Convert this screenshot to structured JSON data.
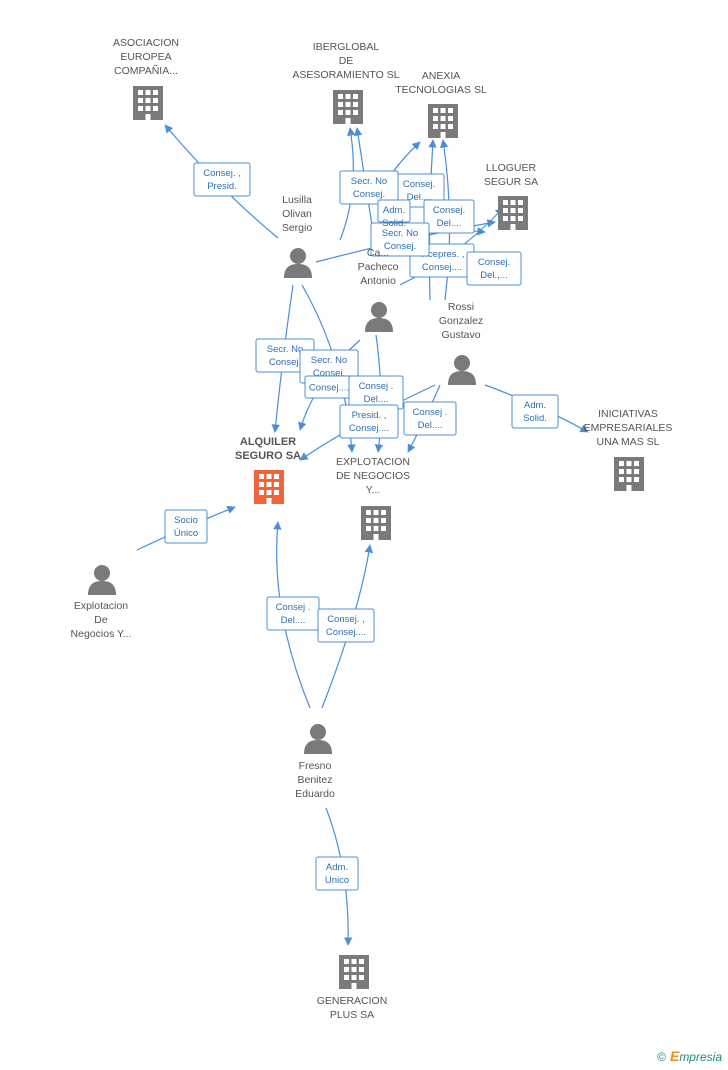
{
  "colors": {
    "edge": "#4a8fd6",
    "company": "#7a7a7a",
    "main_company": "#f0643c",
    "person": "#7a7a7a",
    "label": "#555555",
    "role_text": "#2f6fb3"
  },
  "nodes": [
    {
      "id": "asociacion",
      "type": "company",
      "icon": "building-icon",
      "lines": [
        "ASOCIACION",
        "EUROPEA",
        "COMPAÑIA..."
      ]
    },
    {
      "id": "iberglobal",
      "type": "company",
      "icon": "building-icon",
      "lines": [
        "IBERGLOBAL",
        "DE",
        "ASESORAMIENTO SL"
      ]
    },
    {
      "id": "anexia",
      "type": "company",
      "icon": "building-icon",
      "lines": [
        "ANEXIA",
        "TECNOLOGIAS SL"
      ]
    },
    {
      "id": "lloguer",
      "type": "company",
      "icon": "building-icon",
      "lines": [
        "LLOGUER",
        "SEGUR SA"
      ]
    },
    {
      "id": "lusilla",
      "type": "person",
      "icon": "person-icon",
      "lines": [
        "Lusilla",
        "Olivan",
        "Sergio"
      ]
    },
    {
      "id": "pacheco",
      "type": "person",
      "icon": "person-icon",
      "lines": [
        "Ca...",
        "Pacheco",
        "Antonio"
      ]
    },
    {
      "id": "rossi",
      "type": "person",
      "icon": "person-icon",
      "lines": [
        "Rossi",
        "Gonzalez",
        "Gustavo"
      ]
    },
    {
      "id": "iniciativas",
      "type": "company",
      "icon": "building-icon",
      "lines": [
        "INICIATIVAS",
        "EMPRESARIALES",
        "UNA MAS  SL"
      ]
    },
    {
      "id": "alquiler",
      "type": "main",
      "icon": "building-icon",
      "lines": [
        "ALQUILER",
        "SEGURO SA"
      ]
    },
    {
      "id": "explotacion_co",
      "type": "company",
      "icon": "building-icon",
      "lines": [
        "EXPLOTACION",
        "DE NEGOCIOS",
        "Y..."
      ]
    },
    {
      "id": "explotacion_p",
      "type": "person",
      "icon": "person-icon",
      "lines": [
        "Explotacion",
        "De",
        "Negocios Y..."
      ]
    },
    {
      "id": "fresno",
      "type": "person",
      "icon": "person-icon",
      "lines": [
        "Fresno",
        "Benitez",
        "Eduardo"
      ]
    },
    {
      "id": "generacion",
      "type": "company",
      "icon": "building-icon",
      "lines": [
        "GENERACION",
        "PLUS SA"
      ]
    }
  ],
  "roles": [
    {
      "lines": [
        "Consej. ,",
        "Presid."
      ]
    },
    {
      "lines": [
        "Adm.",
        "Solid."
      ]
    },
    {
      "lines": [
        "Consej.",
        "Del...."
      ]
    },
    {
      "lines": [
        "Consej.",
        "Del...."
      ]
    },
    {
      "lines": [
        "Secr.  No",
        "Consej."
      ]
    },
    {
      "lines": [
        "Vicepres. ,",
        "Consej...."
      ]
    },
    {
      "lines": [
        "Consej.",
        "Del.,..."
      ]
    },
    {
      "lines": [
        "Secr.  No",
        "Consej."
      ]
    },
    {
      "lines": [
        "Secr.  No",
        "Consej."
      ]
    },
    {
      "lines": [
        "Secr.  No",
        "Consej."
      ]
    },
    {
      "lines": [
        "Consej....",
        ""
      ]
    },
    {
      "lines": [
        "Consej .",
        "Del...."
      ]
    },
    {
      "lines": [
        "Presid. ,",
        "Consej...."
      ]
    },
    {
      "lines": [
        "Consej .",
        "Del...."
      ]
    },
    {
      "lines": [
        "Adm.",
        "Solid."
      ]
    },
    {
      "lines": [
        "Socio",
        "Único"
      ]
    },
    {
      "lines": [
        "Consej .",
        "Del...."
      ]
    },
    {
      "lines": [
        "Consej. ,",
        "Consej...."
      ]
    },
    {
      "lines": [
        "Adm.",
        "Unico"
      ]
    }
  ],
  "footer": {
    "copyright": "©",
    "brand_initial": "E",
    "brand_rest": "mpresia"
  }
}
